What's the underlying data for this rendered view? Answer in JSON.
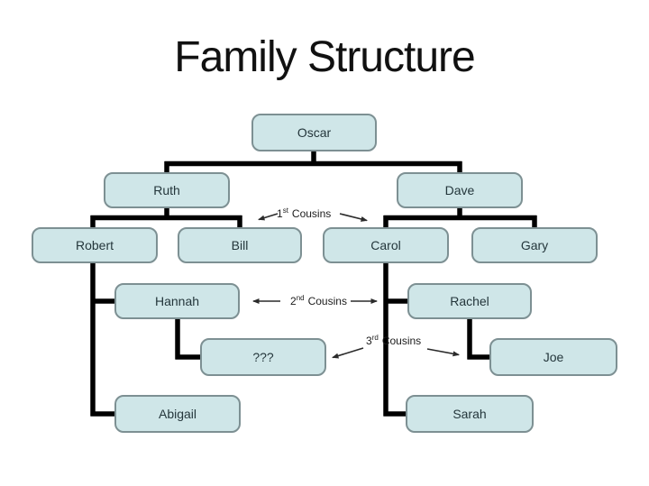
{
  "title": "Family Structure",
  "nodes": [
    {
      "name": "Oscar"
    },
    {
      "name": "Ruth"
    },
    {
      "name": "Dave"
    },
    {
      "name": "Robert"
    },
    {
      "name": "Bill"
    },
    {
      "name": "Carol"
    },
    {
      "name": "Gary"
    },
    {
      "name": "Hannah"
    },
    {
      "name": "Rachel"
    },
    {
      "name": "???"
    },
    {
      "name": "Joe"
    },
    {
      "name": "Abigail"
    },
    {
      "name": "Sarah"
    }
  ],
  "relation_labels": [
    {
      "ordinal": "1",
      "suffix": "st",
      "word": "Cousins"
    },
    {
      "ordinal": "2",
      "suffix": "nd",
      "word": "Cousins"
    },
    {
      "ordinal": "3",
      "suffix": "rd",
      "word": "Cousins"
    }
  ],
  "colors": {
    "node_fill": "#cfe6e8",
    "node_border": "#7d9093",
    "connector": "#000000",
    "arrow": "#2b2b2b"
  }
}
